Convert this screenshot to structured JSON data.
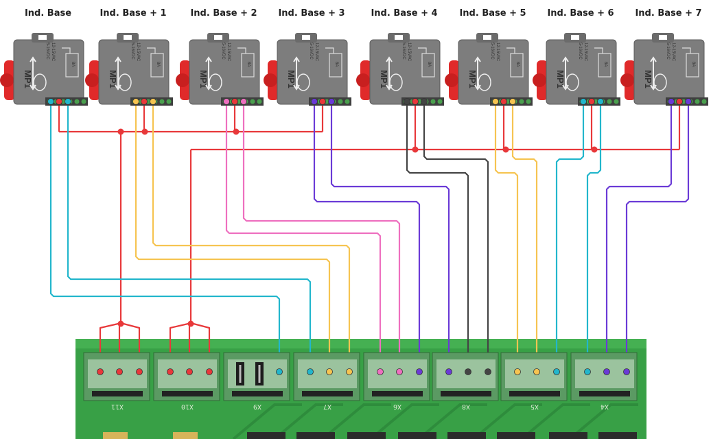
{
  "colors": {
    "red": "#e8383a",
    "cyan": "#22b6cc",
    "yellow": "#f6c451",
    "pink": "#ee6fbf",
    "purple": "#6a3ad6",
    "black": "#444444",
    "pcb": "#38a046",
    "module": "#7d7d7d",
    "screw": "#e02a2a"
  },
  "modules": [
    {
      "label": "Ind. Base",
      "pins": [
        "cyan",
        "red",
        "cyan"
      ]
    },
    {
      "label": "Ind. Base + 1",
      "pins": [
        "yellow",
        "red",
        "yellow"
      ]
    },
    {
      "label": "Ind. Base + 2",
      "pins": [
        "pink",
        "red",
        "pink"
      ]
    },
    {
      "label": "Ind. Base + 3",
      "pins": [
        "purple",
        "red",
        "purple"
      ]
    },
    {
      "label": "Ind. Base + 4",
      "pins": [
        "black",
        "red",
        "black"
      ]
    },
    {
      "label": "Ind. Base + 5",
      "pins": [
        "yellow",
        "red",
        "yellow"
      ]
    },
    {
      "label": "Ind. Base + 6",
      "pins": [
        "cyan",
        "red",
        "cyan"
      ]
    },
    {
      "label": "Ind. Base + 7",
      "pins": [
        "purple",
        "red",
        "purple"
      ]
    }
  ],
  "module_text": {
    "brand": "MP1",
    "spec1": "5-16VDC",
    "spec2": "12-15VAC",
    "spec3": "8A"
  },
  "connectors": [
    {
      "label": "X11",
      "pins": [
        "red",
        "red",
        "red"
      ]
    },
    {
      "label": "X10",
      "pins": [
        "red",
        "red",
        "red"
      ]
    },
    {
      "label": "X9",
      "pins": [
        "none",
        "none",
        "cyan"
      ]
    },
    {
      "label": "X7",
      "pins": [
        "cyan",
        "yellow",
        "yellow"
      ]
    },
    {
      "label": "X6",
      "pins": [
        "pink",
        "pink",
        "purple"
      ]
    },
    {
      "label": "X8",
      "pins": [
        "purple",
        "black",
        "black"
      ]
    },
    {
      "label": "X5",
      "pins": [
        "yellow",
        "yellow",
        "cyan"
      ]
    },
    {
      "label": "X4",
      "pins": [
        "cyan",
        "purple",
        "purple"
      ]
    }
  ]
}
